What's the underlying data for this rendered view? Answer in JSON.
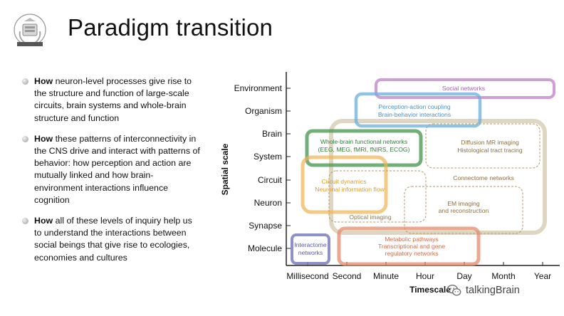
{
  "slide": {
    "title": "Paradigm transition",
    "bullets": [
      {
        "bold": "How",
        "text": " neuron-level processes give rise to the structure and function of large-scale circuits, brain systems and whole-brain structure and function"
      },
      {
        "bold": "How",
        "text": " these patterns of interconnectivity in the CNS drive and interact with patterns of behavior: how perception and action are mutually linked and how brain-environment interactions influence cognition"
      },
      {
        "bold": "How",
        "text": " all of these levels of inquiry help us to understand the interactions between social beings that give rise to ecologies, economies and cultures"
      }
    ]
  },
  "diagram": {
    "y_axis_label": "Spatial scale",
    "x_axis_label": "Timescale",
    "y_levels": [
      "Environment",
      "Organism",
      "Brain",
      "System",
      "Circuit",
      "Neuron",
      "Synapse",
      "Molecule"
    ],
    "x_levels": [
      "Millisecond",
      "Second",
      "Minute",
      "Hour",
      "Day",
      "Month",
      "Year"
    ],
    "regions": {
      "social": {
        "label": "Social networks",
        "color": "#c07ec8"
      },
      "perception": {
        "line1": "Perception-action coupling",
        "line2": "Brain-behavior interactions",
        "color": "#6aaedc"
      },
      "wholebrain": {
        "line1": "Whole-brain functional networks",
        "line2": "(EEG, MEG, fMRI, fNIRS, ECOG)",
        "color": "#5a9e5a"
      },
      "diffusion": {
        "line1": "Diffusion MR imaging",
        "line2": "Histological tract tracing",
        "color": "#a08a5a"
      },
      "circuit": {
        "line1": "Circuit dynamics",
        "line2": "Neuronal information flow",
        "color": "#f0b24e"
      },
      "connectome": {
        "label": "Connectome networks",
        "color": "#d9b070"
      },
      "em": {
        "line1": "EM imaging",
        "line2": "and reconstruction",
        "color": "#a08a5a"
      },
      "optical": {
        "label": "Optical imaging",
        "color": "#b0a070"
      },
      "interactome": {
        "line1": "Interactome",
        "line2": "networks",
        "color": "#7b7bbf"
      },
      "metabolic": {
        "line1": "Metabolic pathways",
        "line2": "Transcriptional and gene",
        "line3": "regulatory networks",
        "color": "#e58a6a"
      }
    }
  },
  "footer": {
    "brand": "talkingBrain"
  }
}
